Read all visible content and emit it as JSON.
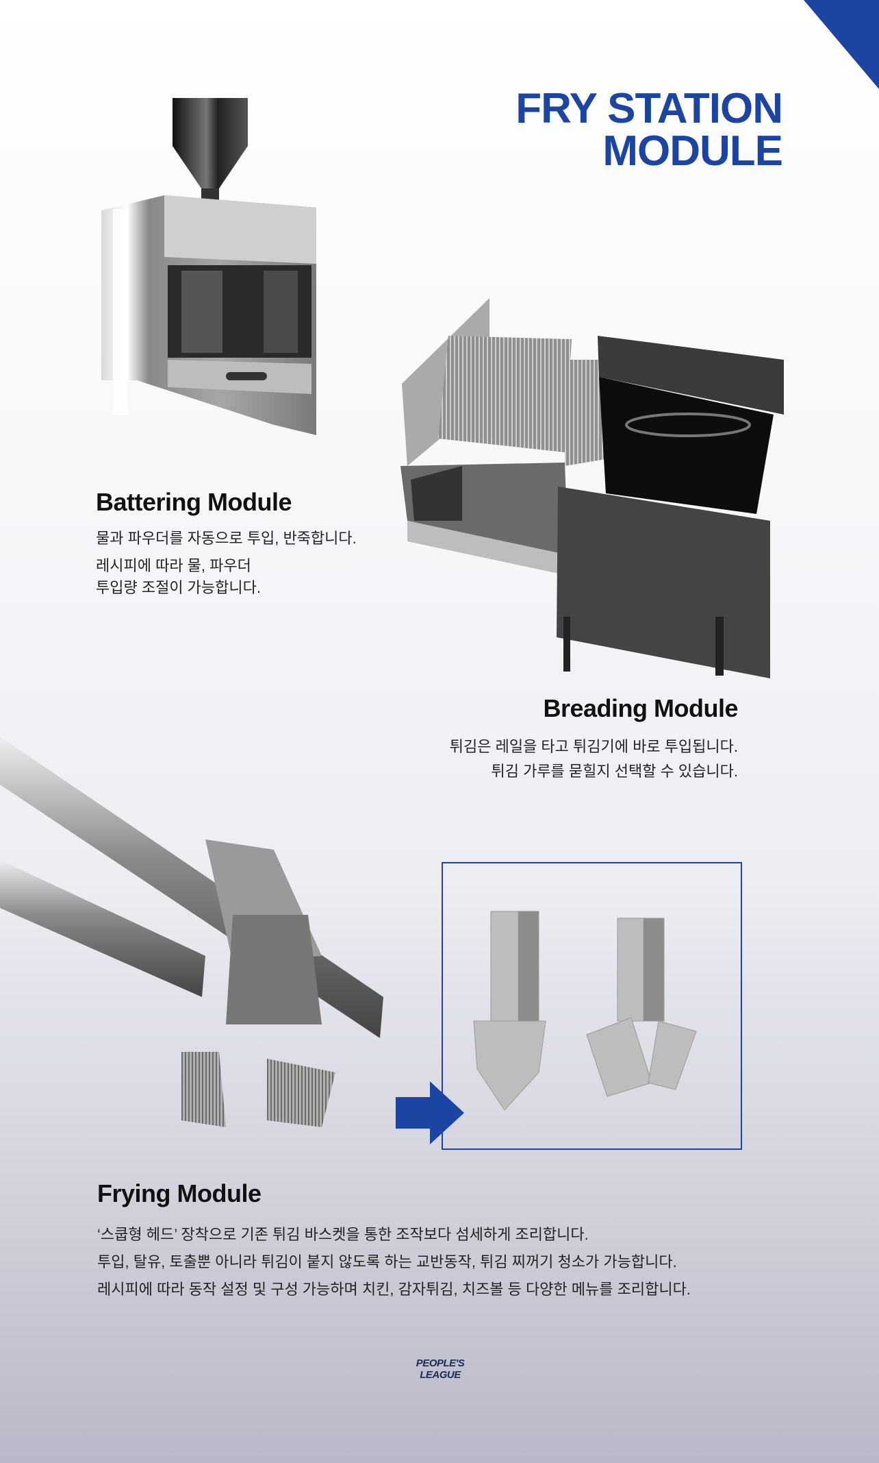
{
  "header": {
    "title_line1": "FRY STATION",
    "title_line2": "MODULE"
  },
  "modules": [
    {
      "name": "Battering Module",
      "lines": [
        "물과 파우더를 자동으로 투입, 반죽합니다.",
        "레시피에 따라 물, 파우더",
        "투입량 조절이 가능합니다."
      ]
    },
    {
      "name": "Breading Module",
      "lines": [
        "튀김은 레일을 타고 튀김기에 바로 투입됩니다.",
        "튀김 가루를 묻힐지 선택할 수 있습니다."
      ]
    },
    {
      "name": "Frying Module",
      "lines": [
        "‘스쿱형 헤드’ 장착으로 기존 튀김 바스켓을 통한 조작보다 섬세하게 조리합니다.",
        "투입, 탈유, 토출뿐 아니라 튀김이 붙지 않도록 하는 교반동작, 튀김 찌꺼기 청소가 가능합니다.",
        "레시피에 따라 동작 설정 및 구성 가능하며 치킨, 감자튀김, 치즈볼 등 다양한 메뉴를 조리합니다."
      ]
    }
  ],
  "footer": {
    "brand": "PEOPLE'S LEAGUE"
  },
  "colors": {
    "accent": "#1c45a3",
    "steel_dark": "#2b2b2b",
    "steel_light": "#c8c8c8"
  },
  "icons": [
    "corner-triangle-icon",
    "right-arrow-icon"
  ]
}
